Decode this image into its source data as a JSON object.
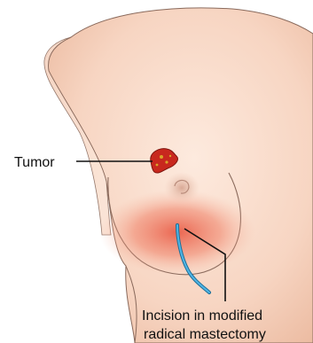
{
  "labels": {
    "tumor": "Tumor",
    "incision_line1": "Incision in modified",
    "incision_line2": "radical mastectomy"
  },
  "colors": {
    "skin_light": "#fbe3d4",
    "skin_mid": "#f2cbb4",
    "skin_shadow": "#e2ab8f",
    "outline": "#8a6a5c",
    "tumor_fill": "#c8281e",
    "tumor_spots": "#d9a42a",
    "redness": "#e8503a",
    "incision": "#2f8fbf",
    "leader_line": "#111111"
  }
}
